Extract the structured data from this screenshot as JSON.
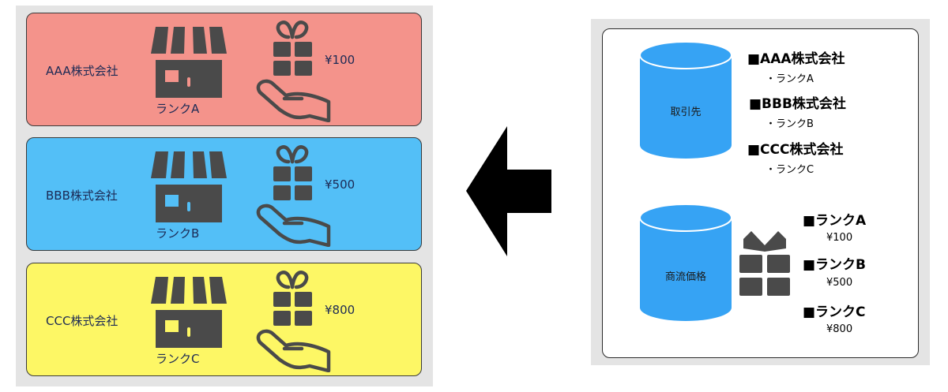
{
  "left_cards": [
    {
      "company": "AAA株式会社",
      "rank": "ランクA",
      "price": "¥100",
      "color": "#f4938b"
    },
    {
      "company": "BBB株式会社",
      "rank": "ランクB",
      "price": "¥500",
      "color": "#53bff7"
    },
    {
      "company": "CCC株式会社",
      "rank": "ランクC",
      "price": "¥800",
      "color": "#fdf765"
    }
  ],
  "arrow": {
    "direction": "left",
    "icon": "left-arrow-icon"
  },
  "right_panel": {
    "clients_db": {
      "label": "取引先",
      "entries": [
        {
          "company": "■AAA株式会社",
          "rank": "・ランクA"
        },
        {
          "company": "■BBB株式会社",
          "rank": "・ランクB"
        },
        {
          "company": "■CCC株式会社",
          "rank": "・ランクC"
        }
      ]
    },
    "price_db": {
      "label": "商流価格",
      "entries": [
        {
          "rank": "■ランクA",
          "price": "¥100"
        },
        {
          "rank": "■ランクB",
          "price": "¥500"
        },
        {
          "rank": "■ランクC",
          "price": "¥800"
        }
      ]
    }
  },
  "colors": {
    "icon": "#4a4a4a",
    "database": "#36a3f4",
    "backdrop": "#e4e4e4"
  }
}
